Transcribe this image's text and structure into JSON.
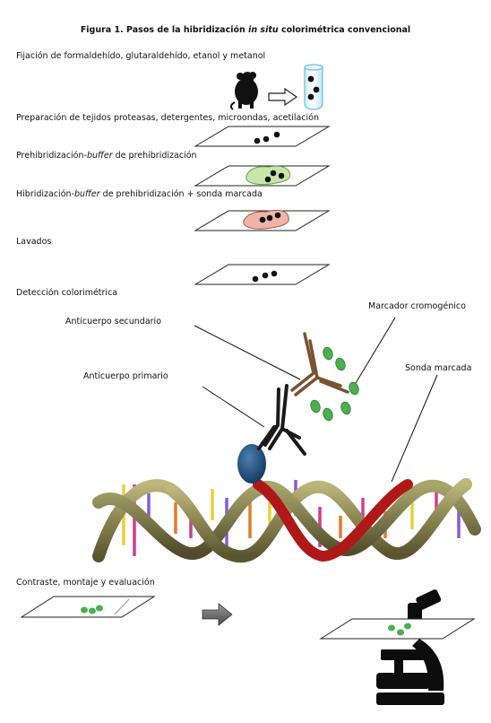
{
  "title": {
    "prefix": "Figura 1. Pasos de la hibridización ",
    "italic": "in situ",
    "suffix": " colorimétrica convencional"
  },
  "steps": {
    "fixation": "Fijación de formaldehído, glutaraldehído, etanol y metanol",
    "preparation": "Preparación de tejidos proteasas, detergentes, microondas, acetilación",
    "prehyb_a": "Prehibridización-",
    "prehyb_b": "buffer",
    "prehyb_c": " de prehibridización",
    "hyb_a": "Hibridización-",
    "hyb_b": "buffer",
    "hyb_c": " de prehibridización + sonda marcada",
    "washes": "Lavados",
    "detection": "Detección colorimétrica",
    "final": "Contraste, montaje y evaluación"
  },
  "callouts": {
    "secondary_antibody": "Anticuerpo secundario",
    "chromogenic_marker": "Marcador cromogénico",
    "primary_antibody": "Anticuerpo primario",
    "labeled_probe": "Sonda marcada"
  },
  "colors": {
    "green_cells": "#c8e6a8",
    "red_cells": "#f0b4a8",
    "green_marker": "#4caf50",
    "antibody_primary": "#1a1a1a",
    "antibody_secondary": "#7a5230",
    "hapten": "#1f4e79",
    "dna_backbone": "#8a8350",
    "probe": "#b01818"
  }
}
